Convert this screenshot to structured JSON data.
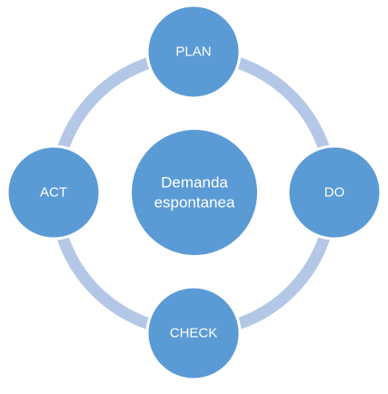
{
  "diagram": {
    "center": {
      "line1": "Demanda",
      "line2": "espontanea"
    },
    "nodes": {
      "top": "PLAN",
      "right": "DO",
      "bottom": "CHECK",
      "left": "ACT"
    }
  },
  "colors": {
    "node_fill": "#5B9BD5",
    "node_stroke": "#ffffff",
    "ring": "#B4C7E7"
  }
}
